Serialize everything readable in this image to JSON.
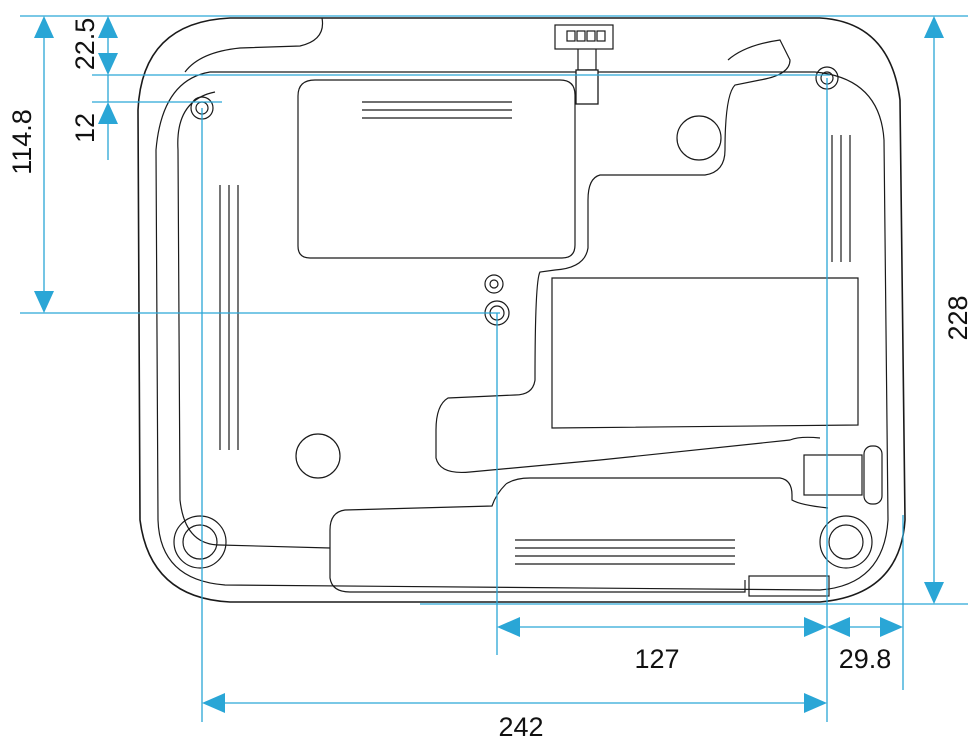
{
  "diagram": {
    "dimensions": {
      "top_to_front_hole": "22.5",
      "hole_height": "12",
      "top_to_center_hole": "114.8",
      "overall_depth": "228",
      "center_to_right_hole": "127",
      "right_hole_to_edge": "29.8",
      "left_to_right_hole": "242"
    },
    "colors": {
      "dimension_line": "#2aa6d6",
      "outline": "#1a1a1a",
      "background": "#ffffff"
    }
  }
}
